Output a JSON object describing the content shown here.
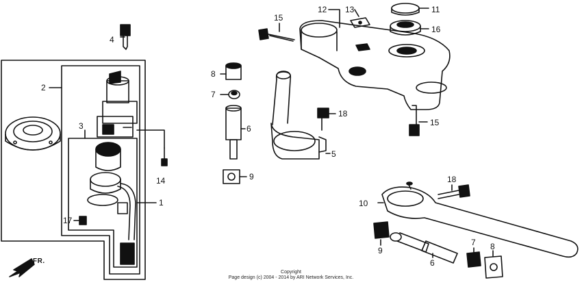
{
  "diagram": {
    "callouts": {
      "c1": "1",
      "c2": "2",
      "c3": "3",
      "c4": "4",
      "c5": "5",
      "c6a": "6",
      "c6b": "6",
      "c7a": "7",
      "c7b": "7",
      "c8a": "8",
      "c8b": "8",
      "c9a": "9",
      "c9b": "9",
      "c10": "10",
      "c11": "11",
      "c12": "12",
      "c13": "13",
      "c14": "14",
      "c15a": "15",
      "c15b": "15",
      "c16": "16",
      "c17": "17",
      "c18a": "18",
      "c18b": "18"
    },
    "front_label": "FR."
  },
  "footer": {
    "line1": "Copyright",
    "line2": "Page design (c) 2004 - 2014 by ARI Network Services, Inc."
  }
}
